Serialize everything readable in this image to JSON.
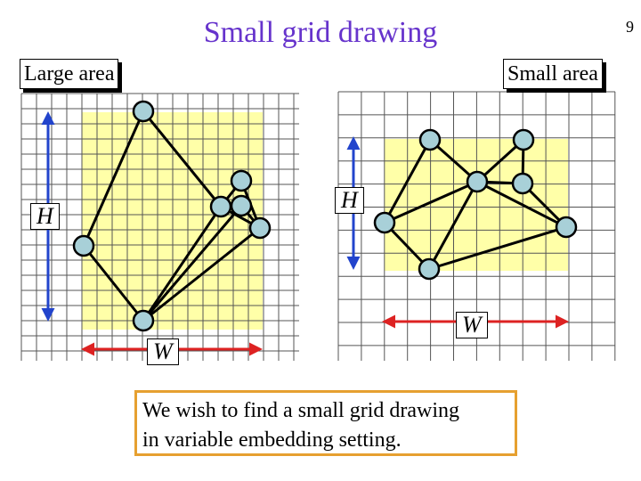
{
  "slide": {
    "title": "Small grid drawing",
    "page_number": "9"
  },
  "left_panel": {
    "label": "Large area",
    "height_label": "H",
    "width_label": "W"
  },
  "right_panel": {
    "label": "Small area",
    "height_label": "H",
    "width_label": "W"
  },
  "note": {
    "lines": [
      "We wish to find a small grid drawing",
      "in variable embedding setting."
    ]
  },
  "colors": {
    "title": "#6633cc",
    "highlight_fill": "#ffffa8",
    "node_fill": "#a8d0d8",
    "arrow_blue": "#2244cc",
    "arrow_red": "#dd2222",
    "note_border": "#e6a030"
  }
}
